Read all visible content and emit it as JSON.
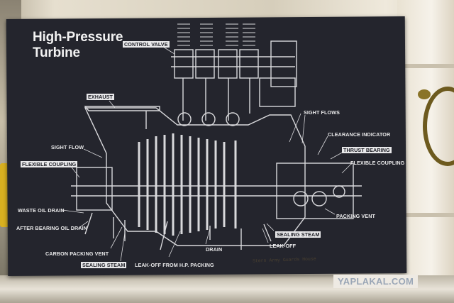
{
  "scene": {
    "description_colors": {
      "board": "#24252d",
      "label_text": "#e9e9ea",
      "wall": "#d6cebb"
    }
  },
  "placard": {
    "title_line1": "High-Pressure",
    "title_line2": "Turbine",
    "labels": {
      "control_valve": "CONTROL VALVE",
      "exhaust": "EXHAUST",
      "sight_flow": "SIGHT FLOW",
      "flexible_coupling_left": "FLEXIBLE COUPLING",
      "waste_oil_drain": "WASTE OIL DRAIN",
      "after_bearing_oil_drain": "AFTER BEARING OIL DRAIN",
      "carbon_packing_vent": "CARBON PACKING VENT",
      "sealing_steam_left": "SEALING STEAM",
      "leak_off_hp": "LEAK-OFF FROM H.P. PACKING",
      "drain": "DRAIN",
      "leak_off": "LEAK-OFF",
      "sealing_steam_right": "SEALING STEAM",
      "packing_vent": "PACKING VENT",
      "sight_flows": "SIGHT FLOWS",
      "clearance_indicator": "CLEARANCE INDICATOR",
      "thrust_bearing": "THRUST BEARING",
      "flexible_coupling_right": "FLEXIBLE COUPLING"
    },
    "etched_text": "Stern Army Guards House"
  },
  "watermark": "YAPLAKAL.COM"
}
